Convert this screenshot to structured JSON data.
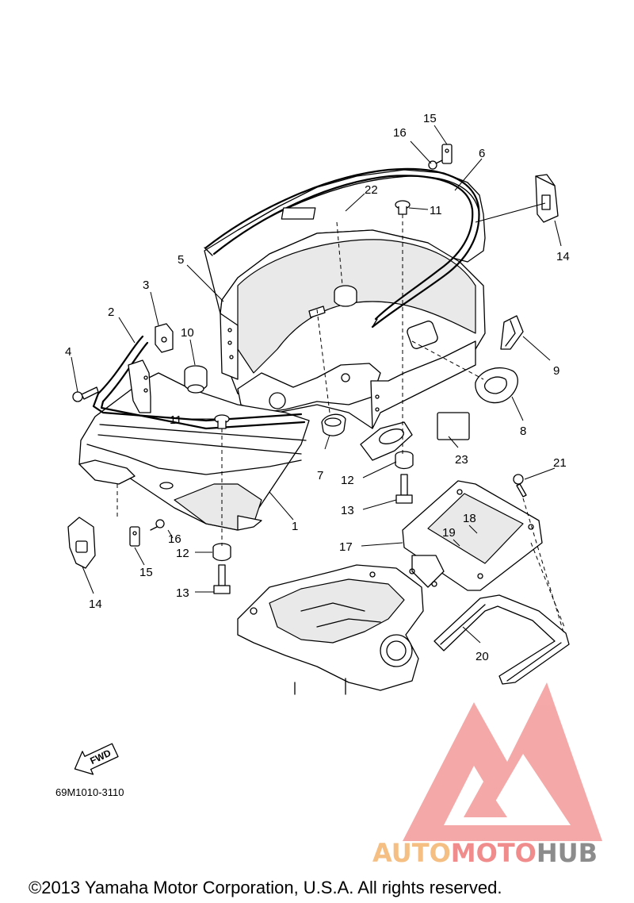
{
  "diagram": {
    "callouts": [
      "1",
      "2",
      "3",
      "4",
      "5",
      "6",
      "7",
      "8",
      "9",
      "10",
      "11",
      "11",
      "12",
      "12",
      "13",
      "13",
      "14",
      "14",
      "15",
      "15",
      "16",
      "16",
      "17",
      "18",
      "19",
      "20",
      "21",
      "22",
      "23"
    ],
    "fwd_label": "FWD",
    "code": "69M1010-3110"
  },
  "watermark": {
    "part1": "AUTO",
    "part2": "MOTO",
    "part3": "HUB",
    "colors": {
      "auto": "#f5be82",
      "moto": "#f08c8c",
      "hub": "#8c8c8c",
      "logo": "#f08c8c"
    }
  },
  "footer": {
    "copyright": "©2013 Yamaha Motor Corporation, U.S.A. All rights reserved."
  }
}
